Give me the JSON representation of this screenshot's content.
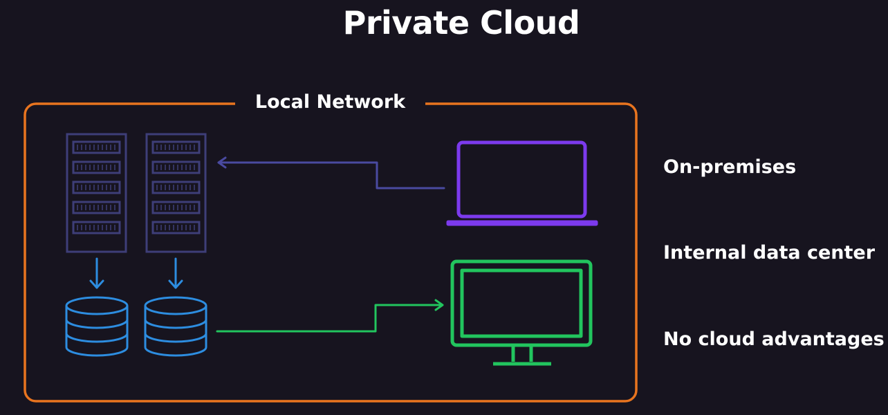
{
  "title": "Private Cloud",
  "network_label": "Local Network",
  "bullets": [
    "On-premises",
    "Internal data center",
    "No cloud advantages"
  ],
  "colors": {
    "background": "#17141f",
    "network_border": "#e8741f",
    "server": "#3e3e78",
    "laptop": "#7c3aed",
    "monitor": "#22c55e",
    "database": "#2d8de0",
    "arrow_down": "#2d8de0",
    "arrow_laptop": "#4a4aa0",
    "arrow_monitor": "#22c55e",
    "text": "#ffffff"
  },
  "icons": [
    "server-rack-icon",
    "server-rack-icon",
    "database-icon",
    "database-icon",
    "laptop-icon",
    "monitor-icon"
  ]
}
